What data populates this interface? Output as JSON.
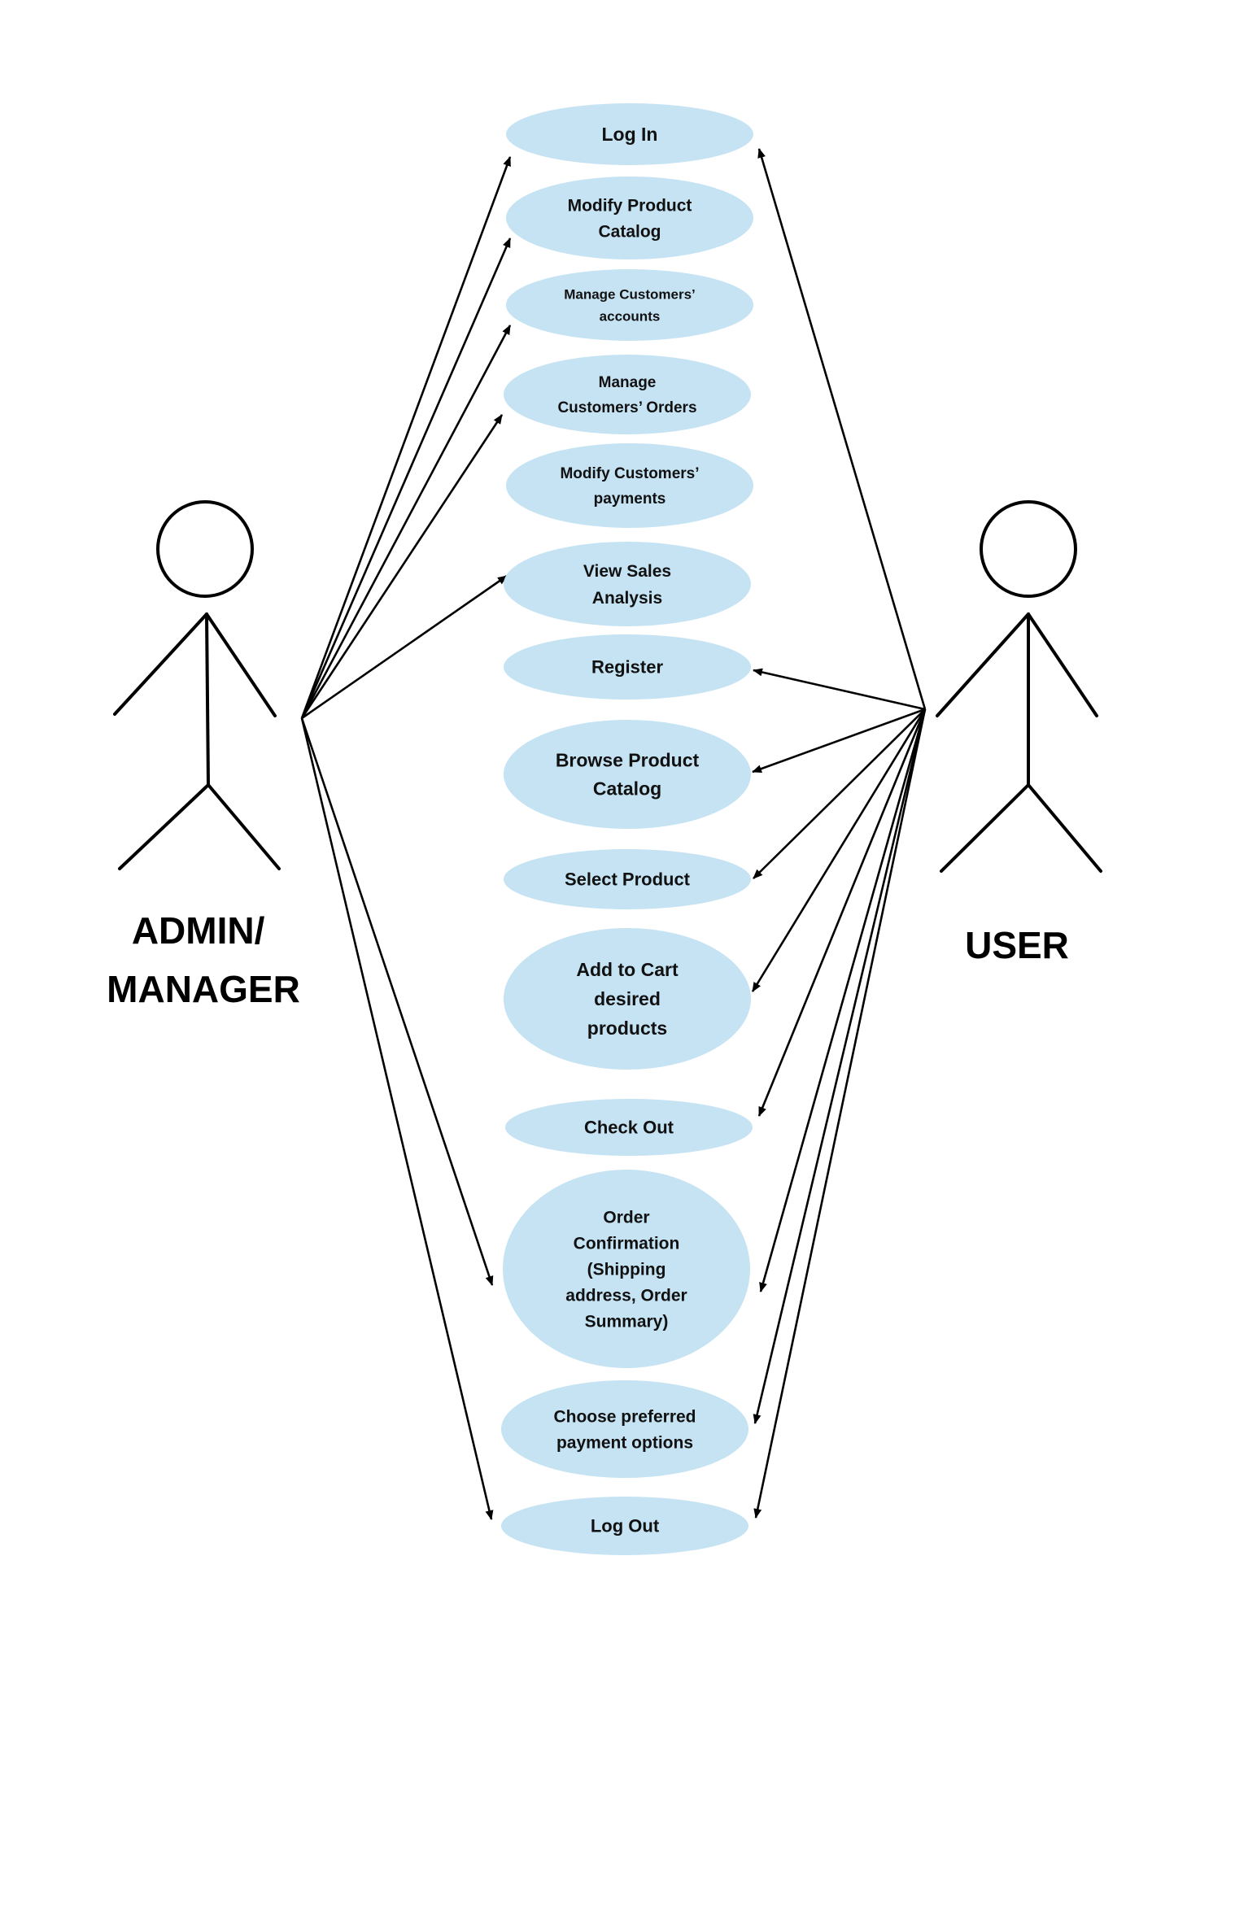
{
  "actors": {
    "admin": {
      "label_lines": [
        "ADMIN/",
        "MANAGER"
      ]
    },
    "user": {
      "label_lines": [
        "USER"
      ]
    }
  },
  "use_cases": [
    {
      "id": "log-in",
      "lines": [
        "Log In"
      ]
    },
    {
      "id": "modify-product-catalog",
      "lines": [
        "Modify Product",
        "Catalog"
      ]
    },
    {
      "id": "manage-customers-accounts",
      "lines": [
        "Manage Customers’",
        "accounts"
      ]
    },
    {
      "id": "manage-customers-orders",
      "lines": [
        "Manage",
        "Customers’ Orders"
      ]
    },
    {
      "id": "modify-customers-payments",
      "lines": [
        "Modify Customers’",
        "payments"
      ]
    },
    {
      "id": "view-sales-analysis",
      "lines": [
        "View Sales",
        "Analysis"
      ]
    },
    {
      "id": "register",
      "lines": [
        "Register"
      ]
    },
    {
      "id": "browse-product-catalog",
      "lines": [
        "Browse Product",
        "Catalog"
      ]
    },
    {
      "id": "select-product",
      "lines": [
        "Select Product"
      ]
    },
    {
      "id": "add-to-cart",
      "lines": [
        "Add to Cart",
        "desired",
        "products"
      ]
    },
    {
      "id": "check-out",
      "lines": [
        "Check Out"
      ]
    },
    {
      "id": "order-confirmation",
      "lines": [
        "Order",
        "Confirmation",
        "(Shipping",
        "address, Order",
        "Summary)"
      ]
    },
    {
      "id": "choose-payment",
      "lines": [
        "Choose preferred",
        "payment options"
      ]
    },
    {
      "id": "log-out",
      "lines": [
        "Log Out"
      ]
    }
  ],
  "associations": [
    {
      "actor": "admin",
      "use_case": "log-in"
    },
    {
      "actor": "admin",
      "use_case": "modify-product-catalog"
    },
    {
      "actor": "admin",
      "use_case": "manage-customers-accounts"
    },
    {
      "actor": "admin",
      "use_case": "manage-customers-orders"
    },
    {
      "actor": "admin",
      "use_case": "view-sales-analysis"
    },
    {
      "actor": "admin",
      "use_case": "order-confirmation"
    },
    {
      "actor": "admin",
      "use_case": "log-out"
    },
    {
      "actor": "user",
      "use_case": "log-in"
    },
    {
      "actor": "user",
      "use_case": "register"
    },
    {
      "actor": "user",
      "use_case": "browse-product-catalog"
    },
    {
      "actor": "user",
      "use_case": "select-product"
    },
    {
      "actor": "user",
      "use_case": "add-to-cart"
    },
    {
      "actor": "user",
      "use_case": "check-out"
    },
    {
      "actor": "user",
      "use_case": "order-confirmation"
    },
    {
      "actor": "user",
      "use_case": "choose-payment"
    },
    {
      "actor": "user",
      "use_case": "log-out"
    }
  ],
  "colors": {
    "use_case_fill": "#c5e3f3",
    "line": "#000000",
    "text": "#111111"
  }
}
